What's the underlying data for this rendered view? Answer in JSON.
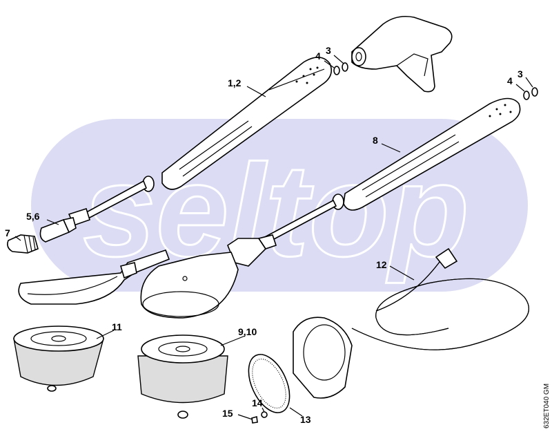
{
  "watermark": "seltop",
  "diagram_code": "632ET040 GM",
  "callouts": {
    "gun_ring_4": "4",
    "gun_ring_3": "3",
    "lance_a": "1,2",
    "lance_b_ring_4": "4",
    "lance_b_ring_3": "3",
    "lance_b": "8",
    "nozzle": "5,6",
    "nozzle_cap": "7",
    "hose": "12",
    "brush_a": "11",
    "brush_b": "9,10",
    "screw_14": "14",
    "screw_15": "15",
    "filter": "13"
  },
  "colors": {
    "watermark_band": "#dcdcf4",
    "ink": "#000000"
  }
}
